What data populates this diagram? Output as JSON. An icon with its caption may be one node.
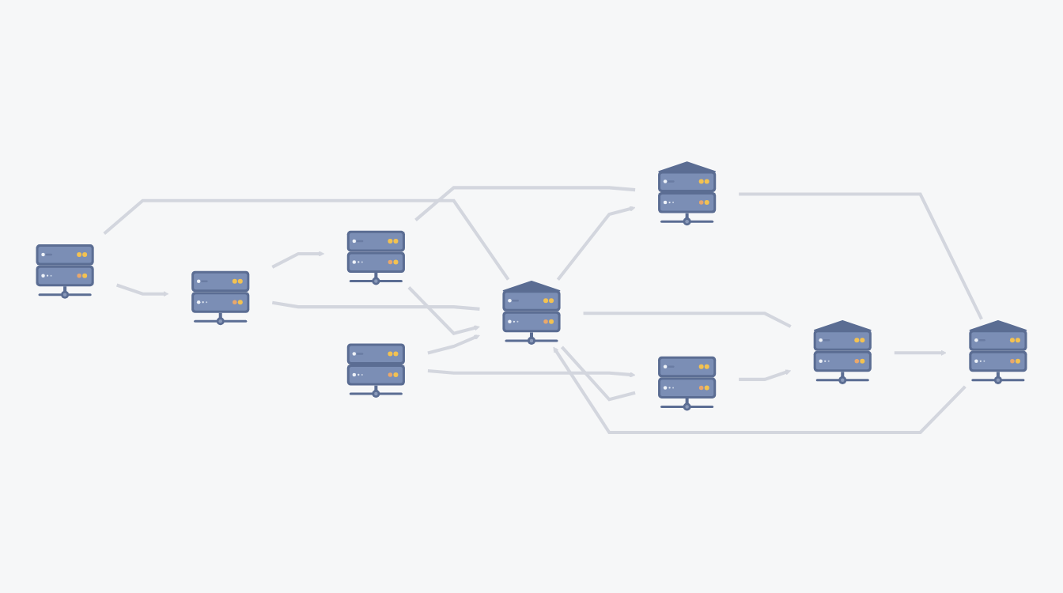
{
  "diagram": {
    "nodes": [
      {
        "text": [],
        "shape": "picture"
      },
      {
        "text": [],
        "shape": "picture"
      },
      {
        "text": [],
        "shape": "picture"
      },
      {
        "text": [],
        "shape": "picture"
      },
      {
        "text": [],
        "shape": "picture"
      },
      {
        "text": [],
        "shape": "picture"
      },
      {
        "text": [],
        "shape": "picture"
      },
      {
        "text": [],
        "shape": "picture"
      },
      {
        "text": [],
        "shape": "picture"
      }
    ],
    "edges": [
      {
        "from": 0,
        "to": 1,
        "arrow": "to"
      },
      {
        "from": 1,
        "to": 2,
        "arrow": "to"
      },
      {
        "from": 0,
        "to": 4,
        "arrow": "none"
      },
      {
        "from": 1,
        "to": 4,
        "arrow": "none"
      },
      {
        "from": 2,
        "to": 4,
        "arrow": "to"
      },
      {
        "from": 2,
        "to": 5,
        "arrow": "none"
      },
      {
        "from": 3,
        "to": 4,
        "arrow": "to"
      },
      {
        "from": 4,
        "to": 5,
        "arrow": "to"
      },
      {
        "from": 3,
        "to": 6,
        "arrow": "to"
      },
      {
        "from": 4,
        "to": 6,
        "arrow": "none"
      },
      {
        "from": 4,
        "to": 7,
        "arrow": "none"
      },
      {
        "from": 8,
        "to": 4,
        "arrow": "to"
      },
      {
        "from": 5,
        "to": 8,
        "arrow": "none"
      },
      {
        "from": 6,
        "to": 7,
        "arrow": "to"
      },
      {
        "from": 7,
        "to": 8,
        "arrow": "to"
      }
    ]
  }
}
